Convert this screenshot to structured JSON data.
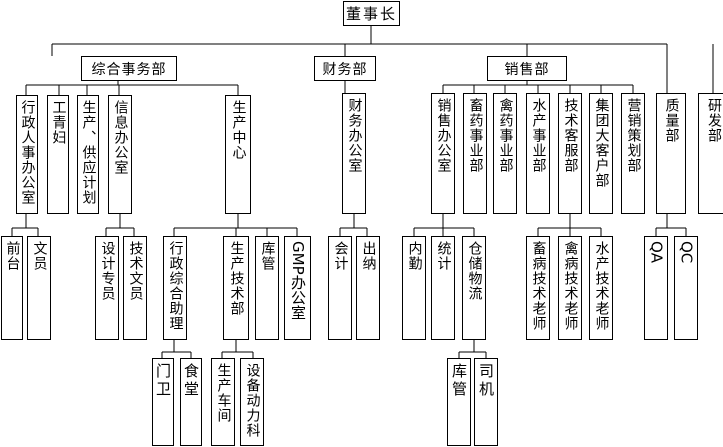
{
  "root": "董事长",
  "departments": {
    "general": "综合事务部",
    "finance": "财务部",
    "sales": "销售部",
    "quality": "质量部",
    "rd": "研发部"
  },
  "general_units": {
    "admin_hr": "行政人事办公室",
    "union_women": "工青妇",
    "production_supply": "生产、供应计划",
    "info_office": "信息办公室",
    "production_center": "生产中心"
  },
  "admin_hr_staff": {
    "front_desk": "前台",
    "clerk": "文员"
  },
  "info_office_staff": {
    "design": "设计专员",
    "tech_clerk": "技术文员"
  },
  "production_center_units": {
    "admin_assistant": "行政综合助理",
    "production_tech": "生产技术部",
    "warehouse": "库管",
    "gmp": "GMP办公室"
  },
  "admin_assistant_staff": {
    "guard": "门卫",
    "canteen": "食堂"
  },
  "production_tech_units": {
    "workshop": "生产车间",
    "equipment": "设备动力科"
  },
  "finance_units": {
    "accountant": "会计",
    "cashier": "出纳"
  },
  "sales_units": {
    "sales_office": "销售办公室",
    "livestock_drugs": "畜药事业部",
    "poultry_drugs": "禽药事业部",
    "aquatic": "水产事业部",
    "tech_service": "技术客服部",
    "key_accounts": "集团大客户部",
    "marketing": "营销策划部"
  },
  "sales_office_units": {
    "office_work": "内勤",
    "statistics": "统计",
    "logistics": "仓储物流"
  },
  "logistics_units": {
    "warehouse": "库管",
    "driver": "司机"
  },
  "tech_service_staff": {
    "livestock_vet": "畜病技术老师",
    "poultry_vet": "禽病技术老师",
    "aquatic_vet": "水产技术老师"
  },
  "quality_units": {
    "qa": "QA",
    "qc": "QC"
  }
}
